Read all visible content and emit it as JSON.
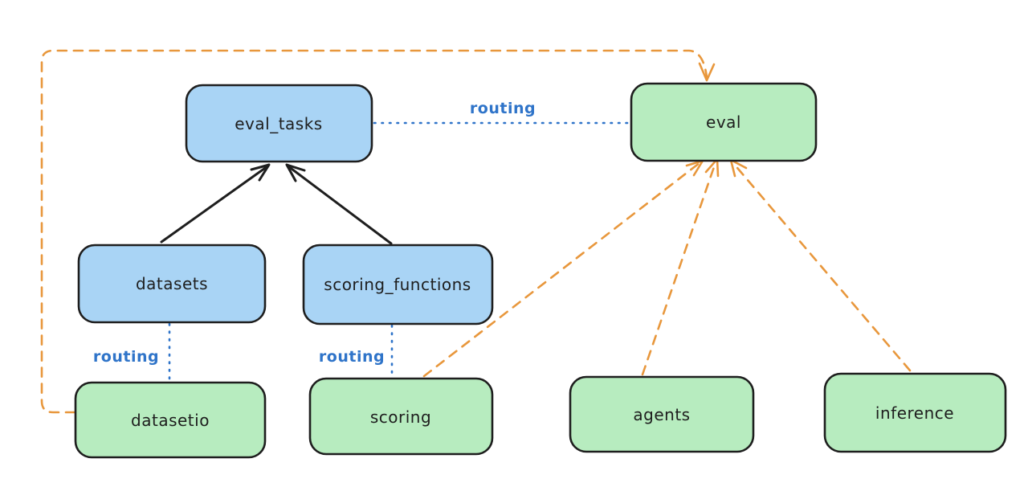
{
  "diagram": {
    "title": "",
    "background": "#ffffff",
    "colors": {
      "node_stroke": "#1e1e1e",
      "api_fill_blue": "#a9d4f5",
      "provider_fill_green": "#b7ecbf",
      "routing_blue": "#2f74c9",
      "dashed_orange": "#e8973c",
      "solid_arrow_black": "#1e1e1e",
      "label_text": "#1e1e1e"
    },
    "nodes": [
      {
        "id": "eval_tasks",
        "label": "eval_tasks",
        "kind": "api",
        "fill": "#a9d4f5"
      },
      {
        "id": "eval",
        "label": "eval",
        "kind": "provider",
        "fill": "#b7ecbf"
      },
      {
        "id": "datasets",
        "label": "datasets",
        "kind": "api",
        "fill": "#a9d4f5"
      },
      {
        "id": "scoring_functions",
        "label": "scoring_functions",
        "kind": "api",
        "fill": "#a9d4f5"
      },
      {
        "id": "datasetio",
        "label": "datasetio",
        "kind": "provider",
        "fill": "#b7ecbf"
      },
      {
        "id": "scoring",
        "label": "scoring",
        "kind": "provider",
        "fill": "#b7ecbf"
      },
      {
        "id": "agents",
        "label": "agents",
        "kind": "provider",
        "fill": "#b7ecbf"
      },
      {
        "id": "inference",
        "label": "inference",
        "kind": "provider",
        "fill": "#b7ecbf"
      }
    ],
    "edges": [
      {
        "from": "datasets",
        "to": "eval_tasks",
        "style": "solid-arrow",
        "label": ""
      },
      {
        "from": "scoring_functions",
        "to": "eval_tasks",
        "style": "solid-arrow",
        "label": ""
      },
      {
        "from": "eval_tasks",
        "to": "eval",
        "style": "dotted",
        "label": "routing"
      },
      {
        "from": "datasets",
        "to": "datasetio",
        "style": "dotted",
        "label": "routing"
      },
      {
        "from": "scoring_functions",
        "to": "scoring",
        "style": "dotted",
        "label": "routing"
      },
      {
        "from": "datasetio",
        "to": "eval",
        "style": "dashed-arrow",
        "label": ""
      },
      {
        "from": "scoring",
        "to": "eval",
        "style": "dashed-arrow",
        "label": ""
      },
      {
        "from": "agents",
        "to": "eval",
        "style": "dashed-arrow",
        "label": ""
      },
      {
        "from": "inference",
        "to": "eval",
        "style": "dashed-arrow",
        "label": ""
      }
    ]
  }
}
